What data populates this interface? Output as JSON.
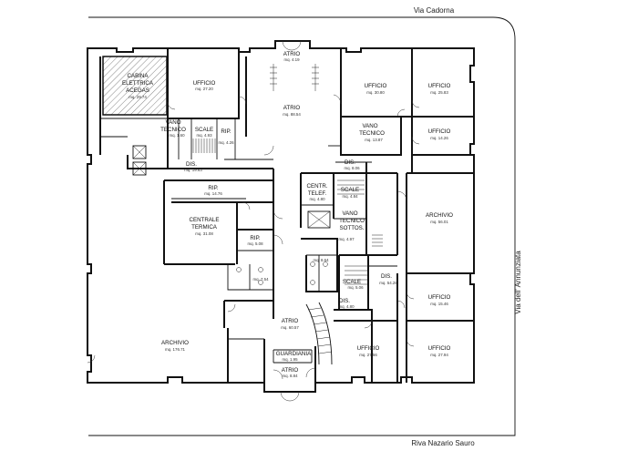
{
  "streets": {
    "north": "Via Cadorna",
    "south": "Riva Nazario Sauro",
    "east": "Via dell' Annunziata"
  },
  "rooms": [
    {
      "id": "cabina",
      "name_lines": [
        "CABINA",
        "ELETTRICA",
        "ACEGAS"
      ],
      "area": "mq. 29.74"
    },
    {
      "id": "ufficio-nw",
      "name_lines": [
        "UFFICIO"
      ],
      "area": "mq. 27.20"
    },
    {
      "id": "atrio-top",
      "name_lines": [
        "ATRIO"
      ],
      "area": "mq. 4.19"
    },
    {
      "id": "atrio-main",
      "name_lines": [
        "ATRIO"
      ],
      "area": "mq. 88.54"
    },
    {
      "id": "ufficio-n1",
      "name_lines": [
        "UFFICIO"
      ],
      "area": "mq. 30.80"
    },
    {
      "id": "ufficio-n2",
      "name_lines": [
        "UFFICIO"
      ],
      "area": "mq. 25.83"
    },
    {
      "id": "vano-tecnico-w",
      "name_lines": [
        "VANO",
        "TECNICO"
      ],
      "area": "mq. 1.60"
    },
    {
      "id": "scale-w",
      "name_lines": [
        "SCALE"
      ],
      "area": "mq. 4.93"
    },
    {
      "id": "rip-w",
      "name_lines": [
        "RIP."
      ],
      "area": "mq. 4.26"
    },
    {
      "id": "vano-tecnico-e",
      "name_lines": [
        "VANO",
        "TECNICO"
      ],
      "area": "mq. 13.87"
    },
    {
      "id": "ufficio-e3",
      "name_lines": [
        "UFFICIO"
      ],
      "area": "mq. 14.26"
    },
    {
      "id": "dis-w",
      "name_lines": [
        "DIS."
      ],
      "area": "mq. 19.63"
    },
    {
      "id": "dis-n",
      "name_lines": [
        "DIS."
      ],
      "area": "mq. 8.06"
    },
    {
      "id": "rip-mid",
      "name_lines": [
        "RIP."
      ],
      "area": "mq. 14.76"
    },
    {
      "id": "centr-telef",
      "name_lines": [
        "CENTR.",
        "TELEF."
      ],
      "area": "mq. 4.80"
    },
    {
      "id": "scale-c",
      "name_lines": [
        "SCALE"
      ],
      "area": "mq. 4.84"
    },
    {
      "id": "centrale-termica",
      "name_lines": [
        "CENTRALE",
        "TERMICA"
      ],
      "area": "mq. 31.08"
    },
    {
      "id": "vano-sottoscala",
      "name_lines": [
        "VANO",
        "TECNICO",
        "SOTTOS."
      ],
      "area": "mq. 4.97"
    },
    {
      "id": "archivio-e",
      "name_lines": [
        "ARCHIVIO"
      ],
      "area": "mq. 56.01"
    },
    {
      "id": "rip-small",
      "name_lines": [
        "RIP."
      ],
      "area": "mq. 5.08"
    },
    {
      "id": "wc-c",
      "name_lines": [],
      "area": "mq. 8.64"
    },
    {
      "id": "wc-w",
      "name_lines": [],
      "area": "mq. 7.54"
    },
    {
      "id": "scale-s",
      "name_lines": [
        "SCALE"
      ],
      "area": "mq. 5.06"
    },
    {
      "id": "dis-e",
      "name_lines": [
        "DIS."
      ],
      "area": "mq. 54.28"
    },
    {
      "id": "ufficio-e4",
      "name_lines": [
        "UFFICIO"
      ],
      "area": "mq. 15.46"
    },
    {
      "id": "dis-s",
      "name_lines": [
        "DIS."
      ],
      "area": "mq. 4.80"
    },
    {
      "id": "atrio-s",
      "name_lines": [
        "ATRIO"
      ],
      "area": "mq. 60.57"
    },
    {
      "id": "archivio-w",
      "name_lines": [
        "ARCHIVIO"
      ],
      "area": "mq. 176.71"
    },
    {
      "id": "guardiania",
      "name_lines": [
        "GUARDIANIA"
      ],
      "area": "mq. 1.95"
    },
    {
      "id": "ufficio-s1",
      "name_lines": [
        "UFFICIO"
      ],
      "area": "mq. 27.56"
    },
    {
      "id": "ufficio-s2",
      "name_lines": [
        "UFFICIO"
      ],
      "area": "mq. 27.94"
    },
    {
      "id": "atrio-entry",
      "name_lines": [
        "ATRIO"
      ],
      "area": "mq. 8.84"
    }
  ]
}
